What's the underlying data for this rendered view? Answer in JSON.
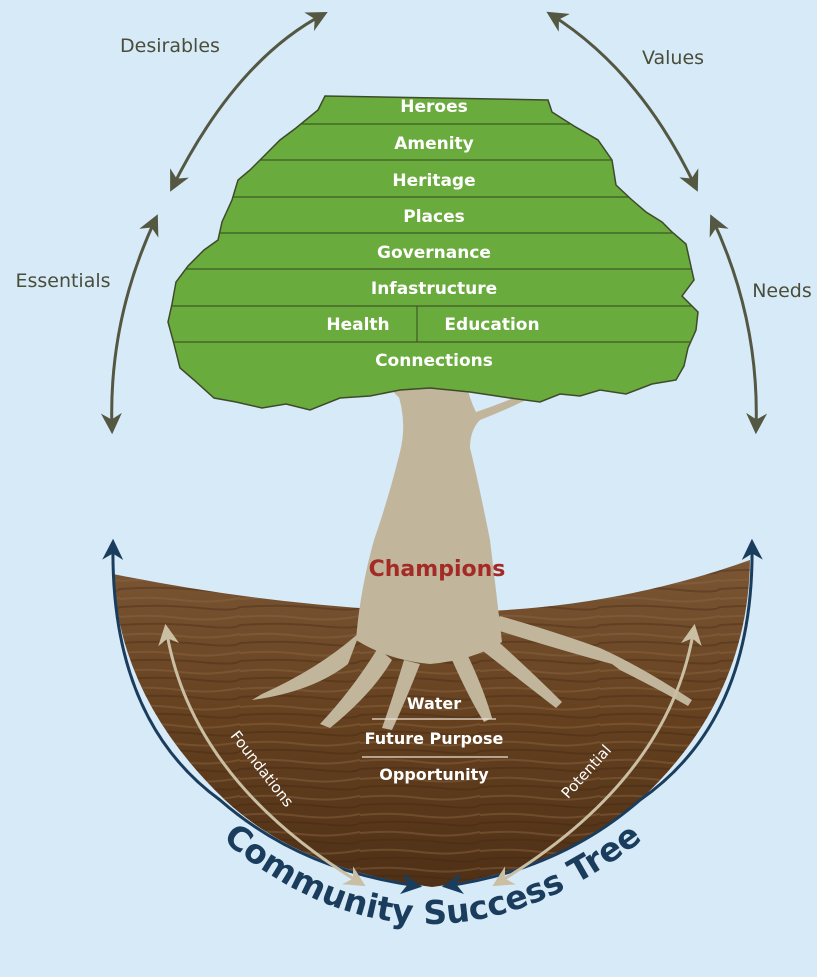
{
  "diagram": {
    "title": "Community Success Tree",
    "side_labels": {
      "desirables": "Desirables",
      "values": "Values",
      "essentials": "Essentials",
      "needs": "Needs",
      "foundations": "Foundations",
      "potential": "Potential"
    },
    "canopy_layers": {
      "heroes": "Heroes",
      "amenity": "Amenity",
      "heritage": "Heritage",
      "places": "Places",
      "governance": "Governance",
      "infrastructure": "Infastructure",
      "health": "Health",
      "education": "Education",
      "connections": "Connections"
    },
    "trunk_label": "Champions",
    "root_layers": {
      "water": "Water",
      "future_purpose": "Future Purpose",
      "opportunity": "Opportunity"
    },
    "colors": {
      "background": "#d7eaf7",
      "canopy": "#6aab3e",
      "trunk": "#c1b69c",
      "soil": "#6b4426",
      "arrow": "#545843",
      "root_arrow": "#cabfa2",
      "bowl_arrow": "#1b3d5d",
      "champions_text": "#a42a25"
    }
  }
}
